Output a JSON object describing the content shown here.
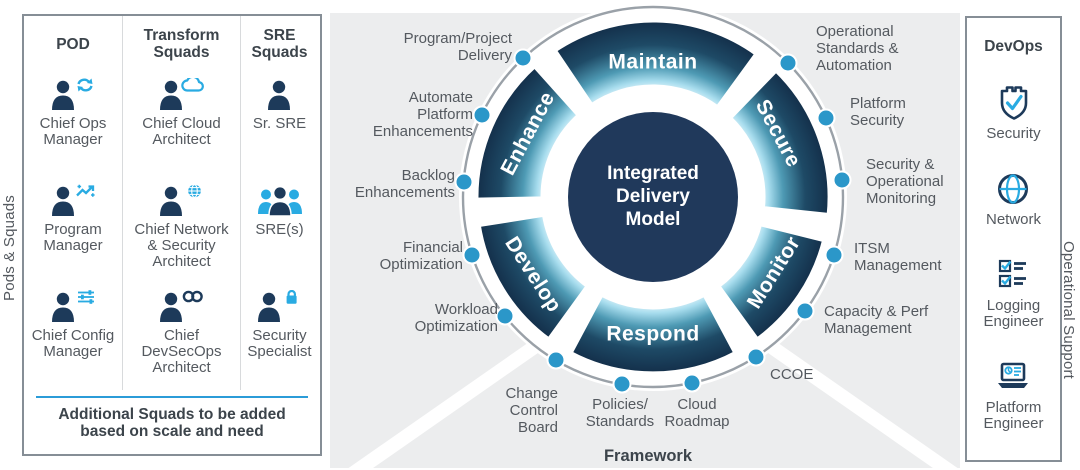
{
  "left_panel": {
    "side_label": "Pods & Squads",
    "columns": [
      {
        "header": "POD",
        "roles": [
          {
            "icon": "person-sync-icon",
            "label": "Chief Ops\nManager"
          },
          {
            "icon": "person-chart-icon",
            "label": "Program\nManager"
          },
          {
            "icon": "person-sliders-icon",
            "label": "Chief Config\nManager"
          }
        ]
      },
      {
        "header": "Transform\nSquads",
        "roles": [
          {
            "icon": "person-cloud-icon",
            "label": "Chief Cloud\nArchitect"
          },
          {
            "icon": "person-globe-icon",
            "label": "Chief Network\n& Security\nArchitect"
          },
          {
            "icon": "person-infinity-icon",
            "label": "Chief\nDevSecOps\nArchitect"
          }
        ]
      },
      {
        "header": "SRE\nSquads",
        "roles": [
          {
            "icon": "person-icon",
            "label": "Sr. SRE"
          },
          {
            "icon": "people-group-icon",
            "label": "SRE(s)"
          },
          {
            "icon": "person-lock-icon",
            "label": "Security\nSpecialist"
          }
        ]
      }
    ],
    "footnote_line1": "Additional Squads to be added",
    "footnote_line2": "based on scale and need"
  },
  "diagram": {
    "center_title": "Integrated\nDelivery\nModel",
    "segments": [
      "Maintain",
      "Secure",
      "Monitor",
      "Respond",
      "Develop",
      "Enhance"
    ],
    "framework_label": "Framework",
    "labels": {
      "program_project_delivery": "Program/Project\nDelivery",
      "automate_platform_enhancements": "Automate\nPlatform\nEnhancements",
      "backlog_enhancements": "Backlog\nEnhancements",
      "financial_optimization": "Financial\nOptimization",
      "workload_optimization": "Workload\nOptimization",
      "change_control_board": "Change\nControl\nBoard",
      "policies_standards": "Policies/\nStandards",
      "cloud_roadmap": "Cloud\nRoadmap",
      "ccoe": "CCOE",
      "capacity_perf_management": "Capacity & Perf\nManagement",
      "itsm_management": "ITSM\nManagement",
      "security_operational_monitoring": "Security &\nOperational\nMonitoring",
      "platform_security": "Platform\nSecurity",
      "operational_standards_automation": "Operational\nStandards &\nAutomation"
    }
  },
  "right_panel": {
    "header": "DevOps",
    "side_label": "Operational Support",
    "roles": [
      {
        "icon": "shield-check-icon",
        "label": "Security"
      },
      {
        "icon": "globe-icon",
        "label": "Network"
      },
      {
        "icon": "checklist-icon",
        "label": "Logging\nEngineer"
      },
      {
        "icon": "laptop-chart-icon",
        "label": "Platform\nEngineer"
      }
    ]
  },
  "colors": {
    "accent_cyan": "#29abe2",
    "navy": "#1d3a5a",
    "dot_blue": "#2b97c9",
    "text_gray": "#54595f",
    "heading_gray": "#3c444b",
    "bg_gray": "#ecedee",
    "divider_blue": "#2b9cd8",
    "ring_dark": "#132e49",
    "center_circle": "#20395b"
  }
}
